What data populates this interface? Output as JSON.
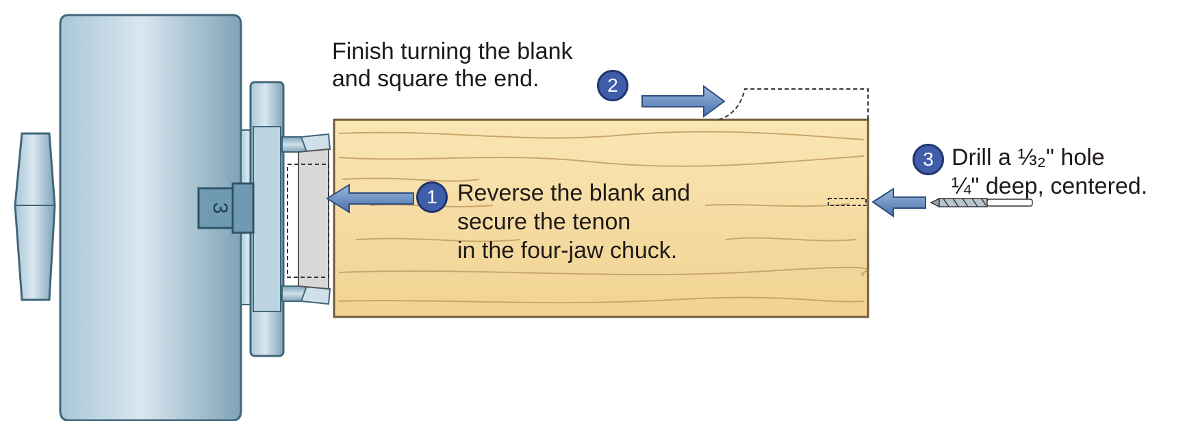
{
  "steps": [
    {
      "number": "1",
      "text_lines": [
        "Reverse the blank and",
        "secure the tenon",
        "in the four-jaw chuck."
      ]
    },
    {
      "number": "2",
      "text_lines": [
        "Finish turning the blank",
        "and square the end."
      ]
    },
    {
      "number": "3",
      "text_lines": [
        "Drill a ⅓₂\" hole",
        "¼\" deep, centered."
      ]
    }
  ],
  "chuck_key_label": "3",
  "colors": {
    "steel": "#8fb1c6",
    "steel_dark": "#3f6679",
    "wood": "#f5dca0",
    "wood_grain": "#c9a66a",
    "arrow": "#5b82b7",
    "badge": "#3f5da8",
    "text": "#1f1a17"
  }
}
